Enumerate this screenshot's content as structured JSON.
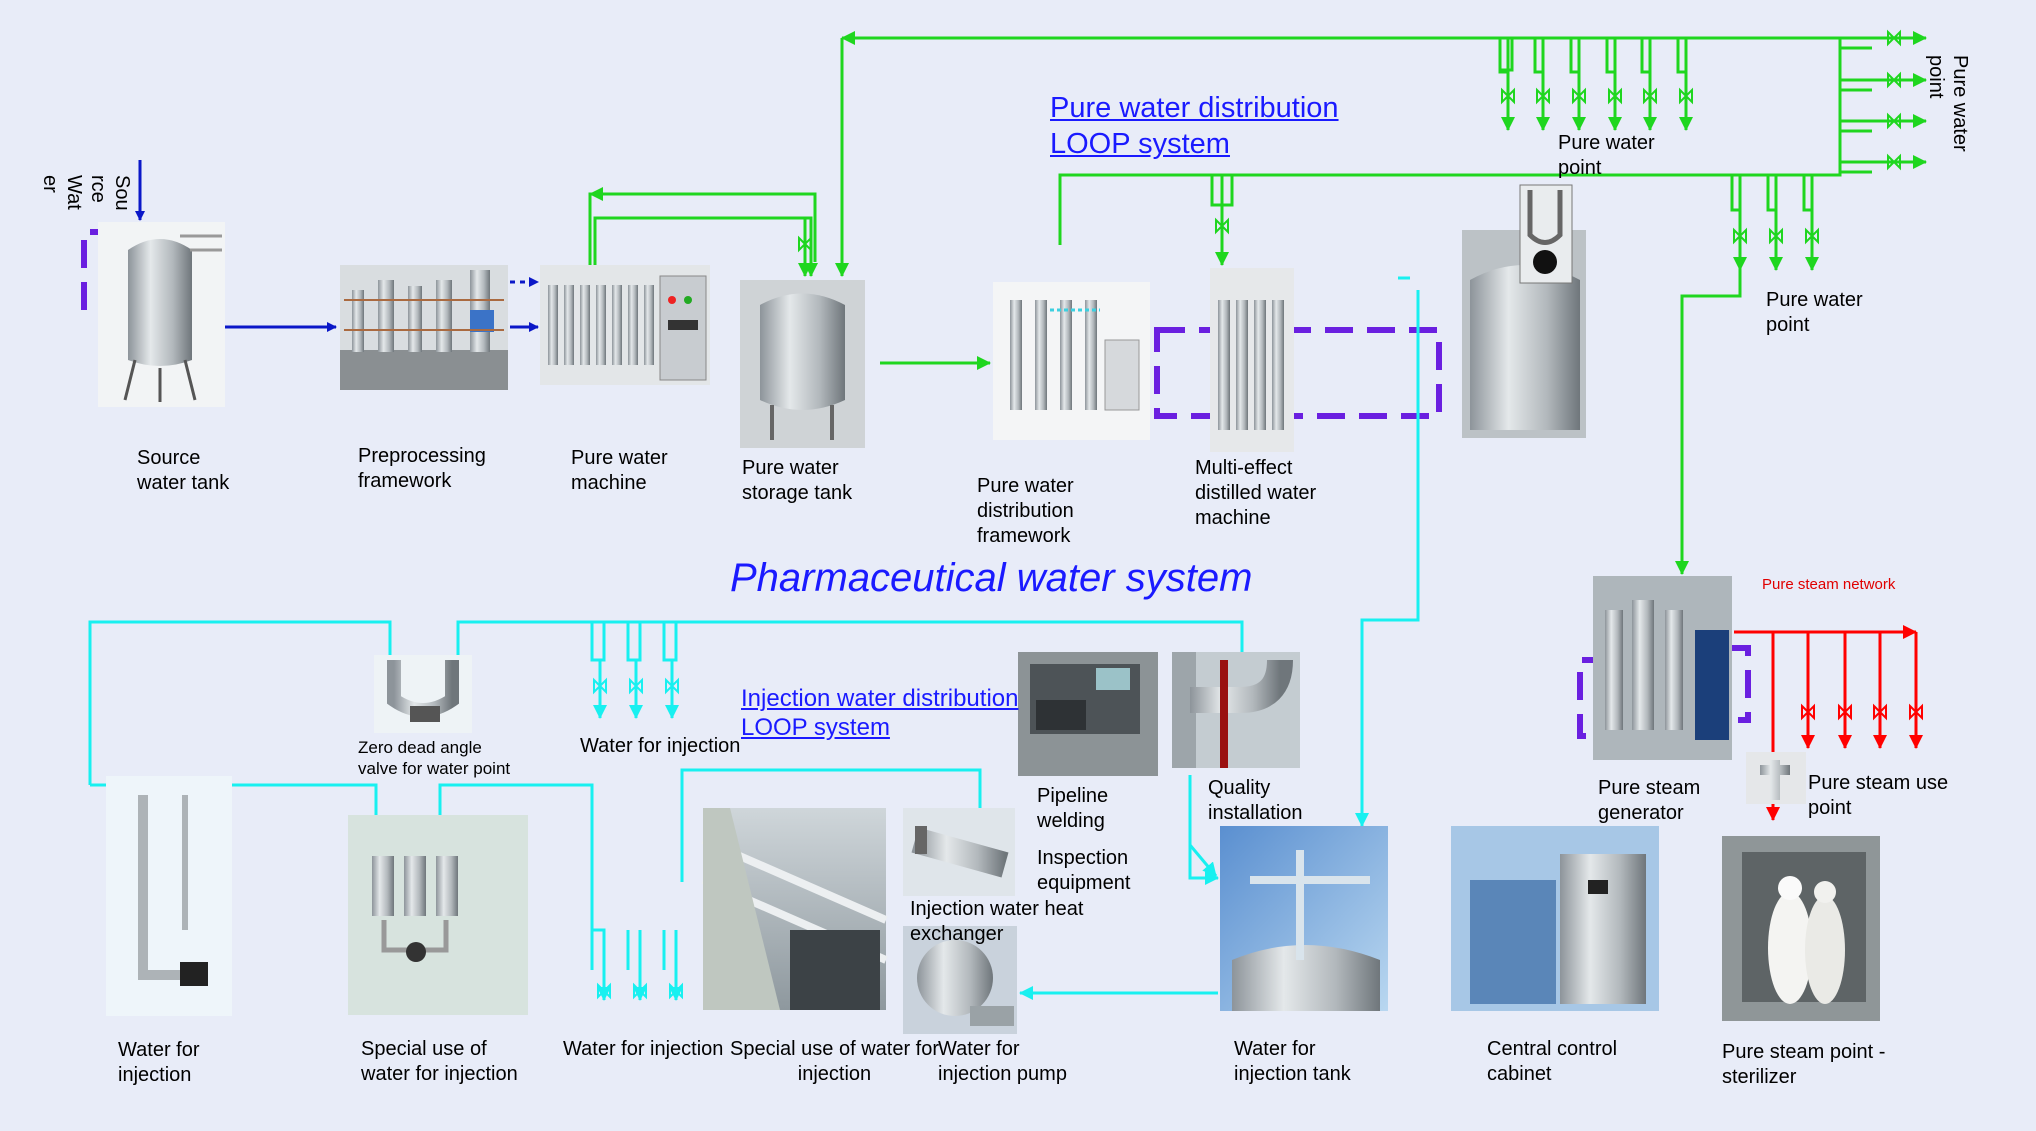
{
  "title": "Pharmaceutical water system",
  "loops": {
    "pure_water": "Pure water distribution\nLOOP system",
    "injection_water": "Injection water distribution\nLOOP system",
    "pure_steam": "Pure steam network"
  },
  "labels": {
    "source_water": "Sou\nrce\nWat\ner",
    "source_tank": "Source\nwater tank",
    "preprocessing": "Preprocessing\nframework",
    "pw_machine": "Pure water\nmachine",
    "pw_storage": "Pure water\nstorage tank",
    "pw_dist_frame": "Pure water\ndistribution\nframework",
    "multi_effect": "Multi-effect\ndistilled water\nmachine",
    "pw_point_top": "Pure water\npoint",
    "pw_point_right_vertical": "Pure water\npoint",
    "pw_point_mid": "Pure water\npoint",
    "zero_dead": "Zero dead angle\nvalve for water point",
    "wfi_top": "Water for injection",
    "pipeline_welding": "Pipeline\nwelding",
    "quality_install": "Quality\ninstallation",
    "inspection": "Inspection\nequipment",
    "heat_exchanger": "Injection water heat\nexchanger",
    "pure_steam_gen": "Pure steam\ngenerator",
    "pure_steam_use": "Pure steam use\npoint",
    "wfi_left": "Water for\ninjection",
    "special_use": "Special use of\nwater for injection",
    "wfi_mid": "Water for injection",
    "special_use2": "Special use of water for\ninjection",
    "wfi_pump": "Water for\ninjection pump",
    "wfi_tank": "Water for\ninjection tank",
    "central_control": "Central control\ncabinet",
    "sterilizer": "Pure steam point -\nsterilizer"
  },
  "colors": {
    "background": "#e8ecf8",
    "source_line": "#0a17c8",
    "pure_water": "#1fd61f",
    "injection_water": "#18f0f0",
    "pure_steam": "#ff0000",
    "dashed_box": "#6a1fe0",
    "link_text": "#1a1aff"
  }
}
